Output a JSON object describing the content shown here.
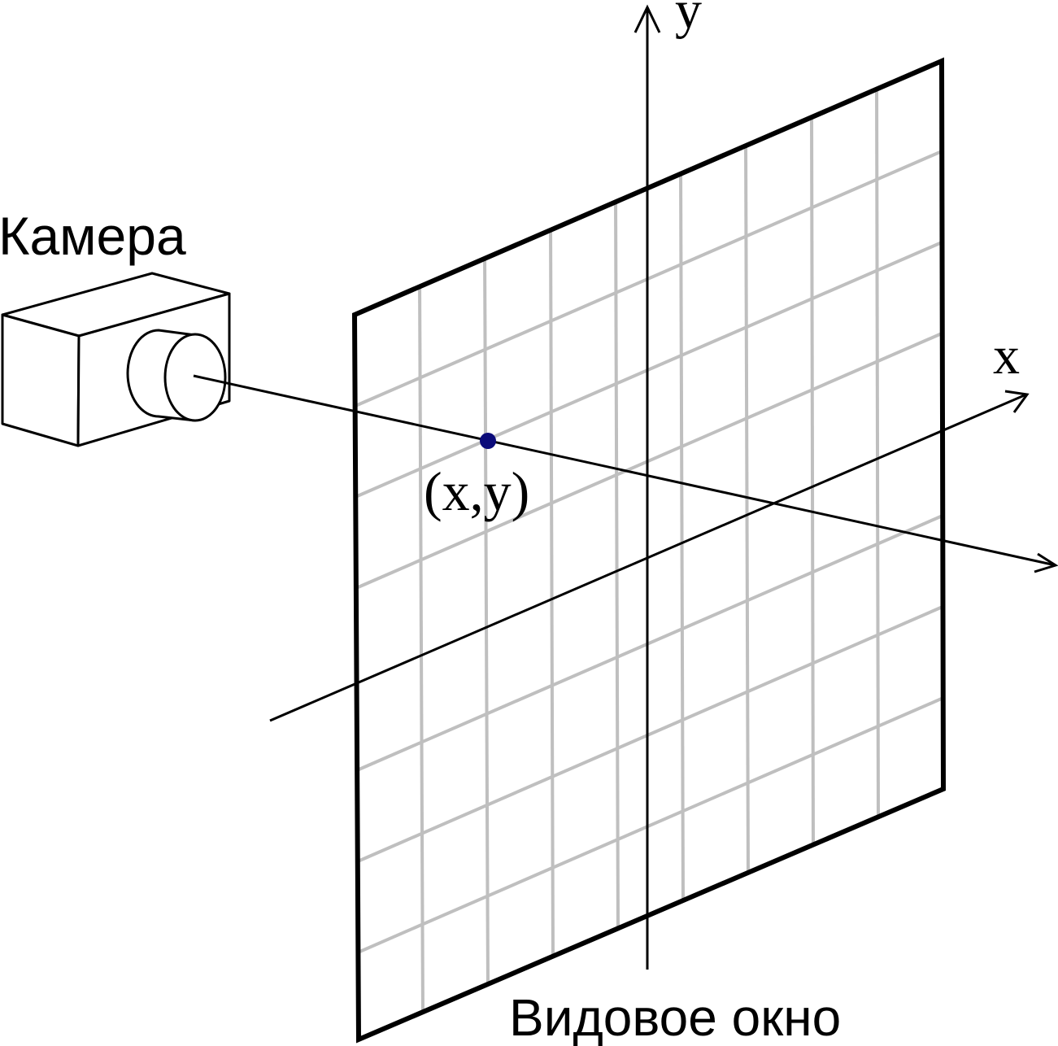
{
  "labels": {
    "camera": "Камера",
    "viewport": "Видовое окно",
    "axis_x": "x",
    "axis_y": "y",
    "point": "(x,y)"
  },
  "colors": {
    "stroke": "#000000",
    "grid": "#bfbfbf",
    "point": "#0b0b7a",
    "background": "#ffffff"
  }
}
